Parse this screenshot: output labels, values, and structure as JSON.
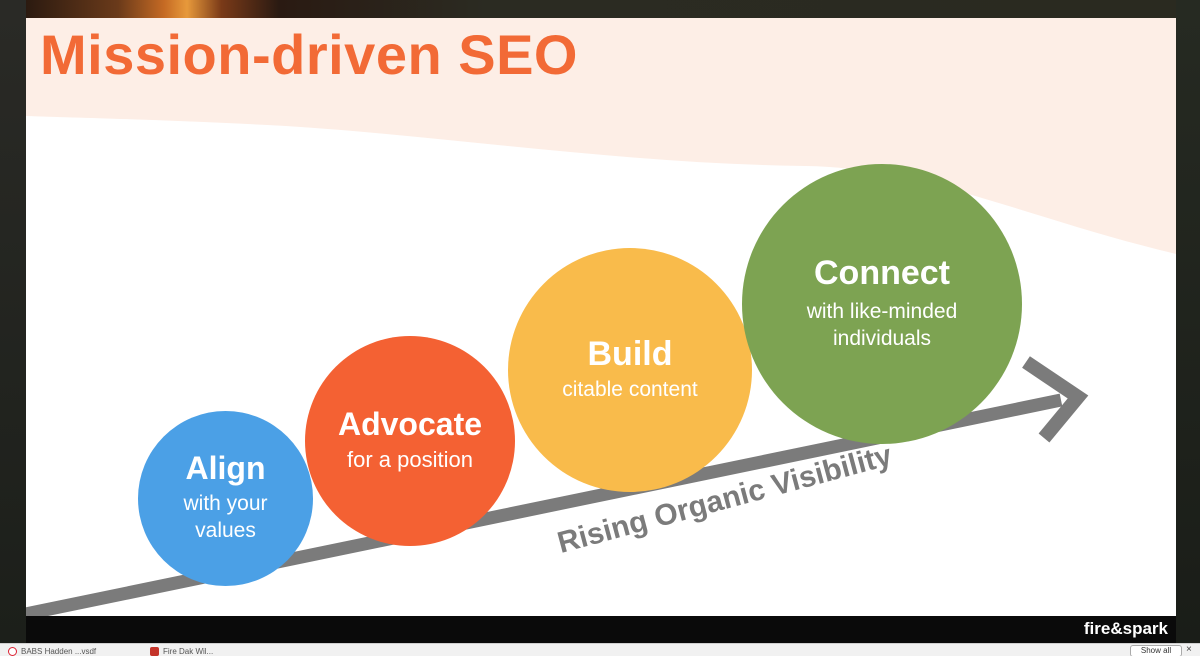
{
  "slide": {
    "title": "Mission-driven SEO",
    "axis_label": "Rising Organic Visibility",
    "brand": "fire&spark",
    "steps": [
      {
        "head": "Align",
        "sub": "with your values",
        "color": "#4ba0e6"
      },
      {
        "head": "Advocate",
        "sub": "for a position",
        "color": "#f46133"
      },
      {
        "head": "Build",
        "sub": "citable content",
        "color": "#f9bb4b"
      },
      {
        "head": "Connect",
        "sub": "with like-minded individuals",
        "color": "#7da352"
      }
    ],
    "colors": {
      "title": "#f26a36",
      "arrow": "#7b7b7b",
      "backdrop": "#fdeee6"
    }
  },
  "downloads_bar": {
    "items": [
      {
        "label": "BABS Hadden ...vsdf",
        "icon": "pdf-icon"
      },
      {
        "label": "Fire Dak Wil...",
        "icon": "document-icon"
      }
    ],
    "show_all_label": "Show all",
    "close_glyph": "×"
  }
}
